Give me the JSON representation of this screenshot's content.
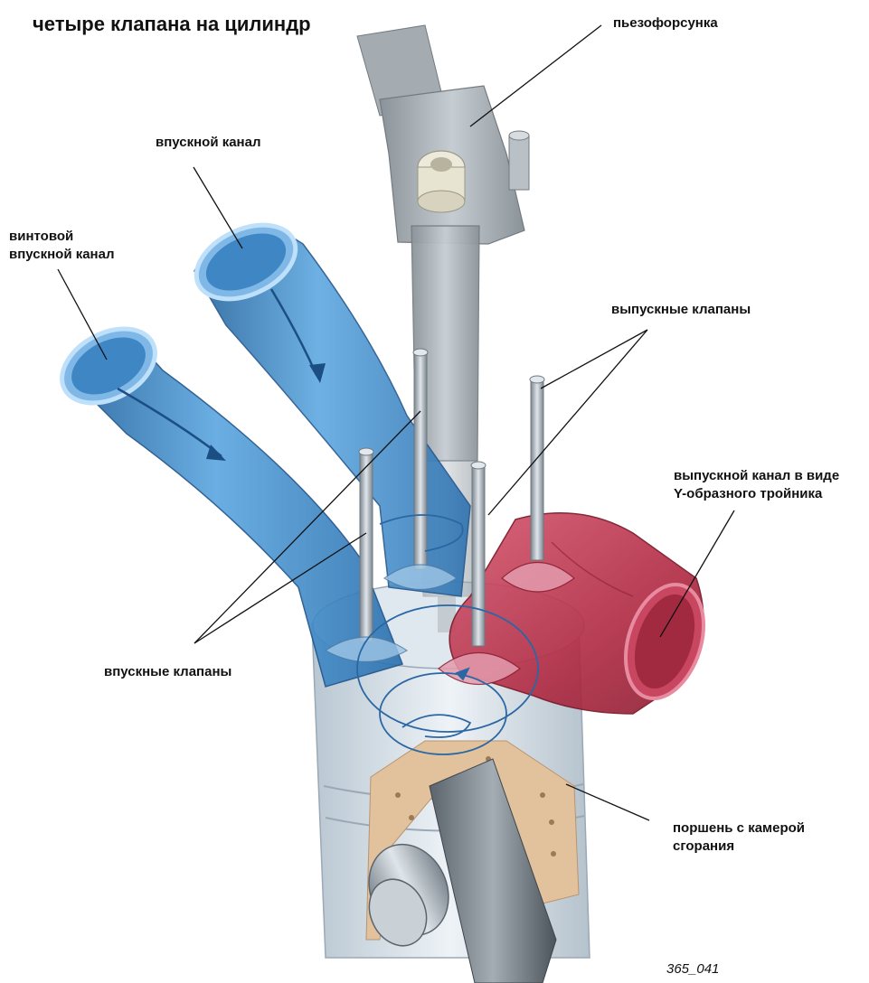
{
  "title": "четыре клапана на цилиндр",
  "labels": {
    "injector": "пьезофорсунка",
    "intake_port": "впускной канал",
    "swirl_port_line1": "винтовой",
    "swirl_port_line2": "впускной канал",
    "exhaust_valves": "выпускные клапаны",
    "exhaust_port_line1": "выпускной канал в виде",
    "exhaust_port_line2": "Y-образного тройника",
    "intake_valves": "впускные клапаны",
    "piston_line1": "поршень с камерой",
    "piston_line2": "сгорания"
  },
  "figure_number": "365_041",
  "colors": {
    "intake": "#3b86c6",
    "intake_light": "#8cc4ee",
    "exhaust": "#b8344a",
    "exhaust_light": "#e0708a",
    "metal": "#a9b3bb",
    "injector": "#9ea7ad",
    "piston": "#d8e2ea",
    "crown": "#e2c29c"
  }
}
